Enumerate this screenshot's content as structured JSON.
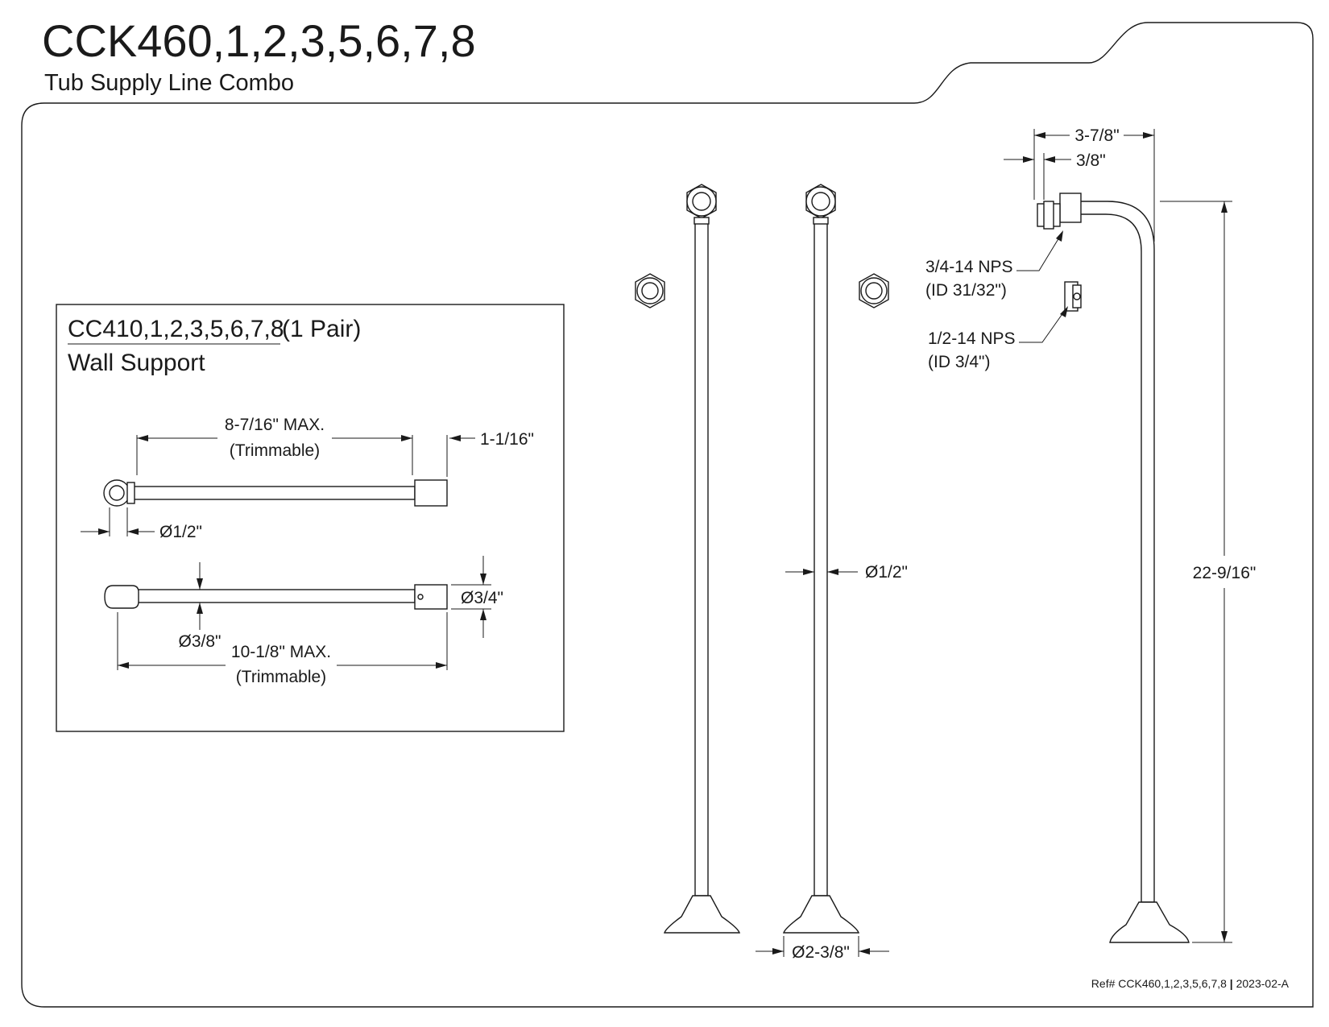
{
  "header": {
    "model": "CCK460,1,2,3,5,6,7,8",
    "description": "Tub Supply Line Combo"
  },
  "wall_support": {
    "model": "CC410,1,2,3,5,6,7,8",
    "qty": "(1 Pair)",
    "name": "Wall Support",
    "dims": {
      "top_length": "8-7/16\" MAX.",
      "top_length_note": "(Trimmable)",
      "block": "1-1/16\"",
      "ring_dia": "Ø1/2\"",
      "rod_dia": "Ø3/8\"",
      "bottom_length": "10-1/8\" MAX.",
      "bottom_length_note": "(Trimmable)",
      "end_dia": "Ø3/4\""
    }
  },
  "supply_lines": {
    "pipe_dia": "Ø1/2\"",
    "flange_dia": "Ø2-3/8\""
  },
  "side_view": {
    "depth": "3-7/8\"",
    "offset": "3/8\"",
    "height": "22-9/16\"",
    "nut_thread": "3/4-14 NPS",
    "nut_id": "(ID 31/32\")",
    "inlet_thread": "1/2-14 NPS",
    "inlet_id": "(ID 3/4\")"
  },
  "footer": {
    "ref": "Ref# CCK460,1,2,3,5,6,7,8",
    "sep": "|",
    "revision": "2023-02-A"
  }
}
